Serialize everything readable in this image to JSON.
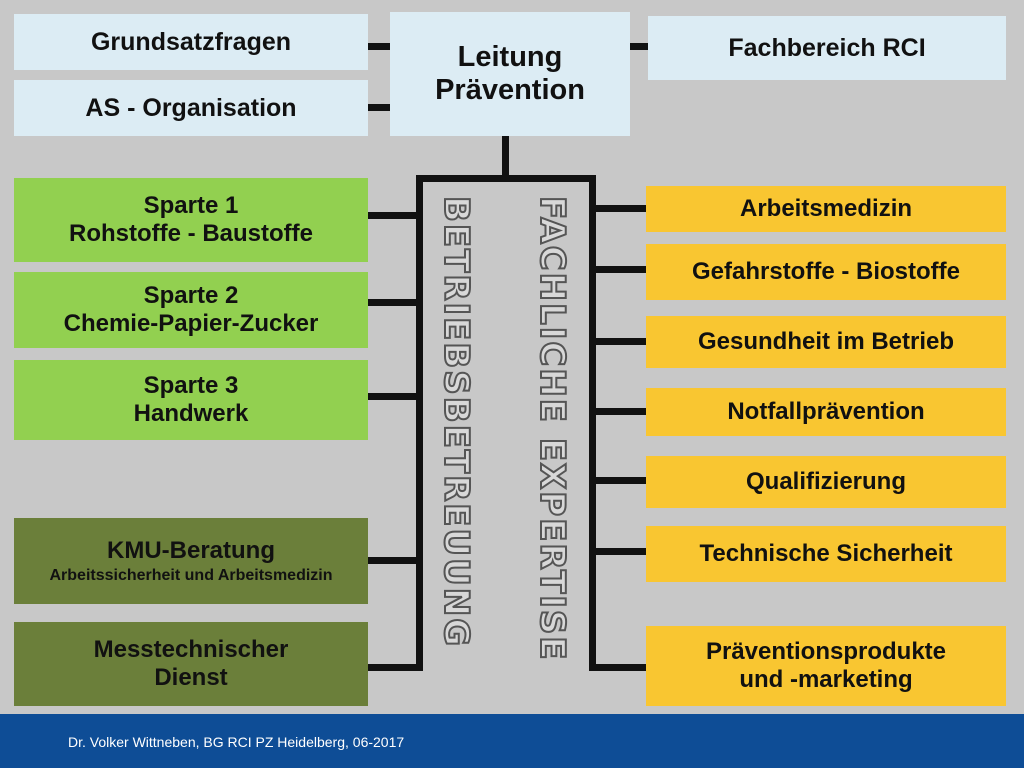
{
  "top": {
    "grundsatz": "Grundsatzfragen",
    "as_org": "AS - Organisation",
    "leitung_line1": "Leitung",
    "leitung_line2": "Prävention",
    "fachbereich": "Fachbereich RCI"
  },
  "left": {
    "sparte1_line1": "Sparte 1",
    "sparte1_line2": "Rohstoffe - Baustoffe",
    "sparte2_line1": "Sparte 2",
    "sparte2_line2": "Chemie-Papier-Zucker",
    "sparte3_line1": "Sparte 3",
    "sparte3_line2": "Handwerk",
    "kmu_title": "KMU-Beratung",
    "kmu_sub": "Arbeitssicherheit und Arbeitsmedizin",
    "mess_line1": "Messtechnischer",
    "mess_line2": "Dienst"
  },
  "right": {
    "item1": "Arbeitsmedizin",
    "item2": "Gefahrstoffe - Biostoffe",
    "item3": "Gesundheit im Betrieb",
    "item4": "Notfallprävention",
    "item5": "Qualifizierung",
    "item6": "Technische Sicherheit",
    "item7_line1": "Präventionsprodukte",
    "item7_line2": "und -marketing"
  },
  "vertical": {
    "betrieb": "BETRIEBSBETREUUNG",
    "fachlich": "FACHLICHE EXPERTISE"
  },
  "colors": {
    "blue": "#dcecf4",
    "green": "#92d050",
    "olive": "#6b7f3a",
    "yellow": "#f9c631",
    "footer": "#0e4d96"
  },
  "footer": "Dr. Volker Wittneben, BG RCI PZ Heidelberg, 06-2017"
}
